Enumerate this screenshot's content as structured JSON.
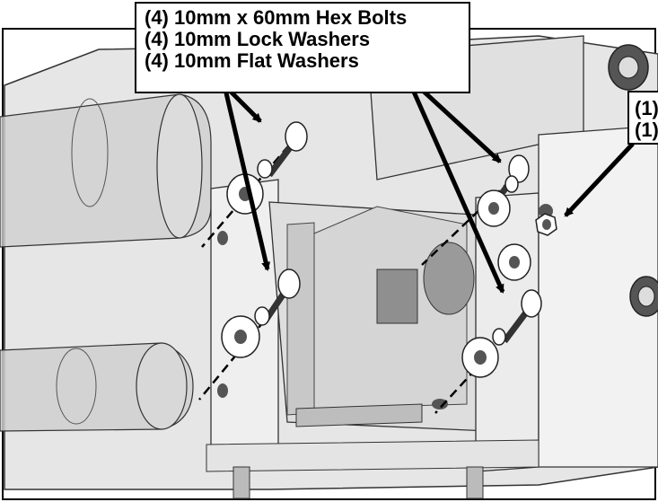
{
  "callouts": {
    "main": {
      "lines": [
        "(4) 10mm x 60mm Hex Bolts",
        "(4) 10mm Lock Washers",
        "(4) 10mm Flat Washers"
      ]
    },
    "right": {
      "lines": [
        "(1)",
        "(1)"
      ]
    }
  },
  "colors": {
    "background": "#ffffff",
    "outline": "#222222",
    "translucent_fill": "#d9d9d9",
    "dark_fill": "#555555",
    "arrow": "#000000"
  }
}
